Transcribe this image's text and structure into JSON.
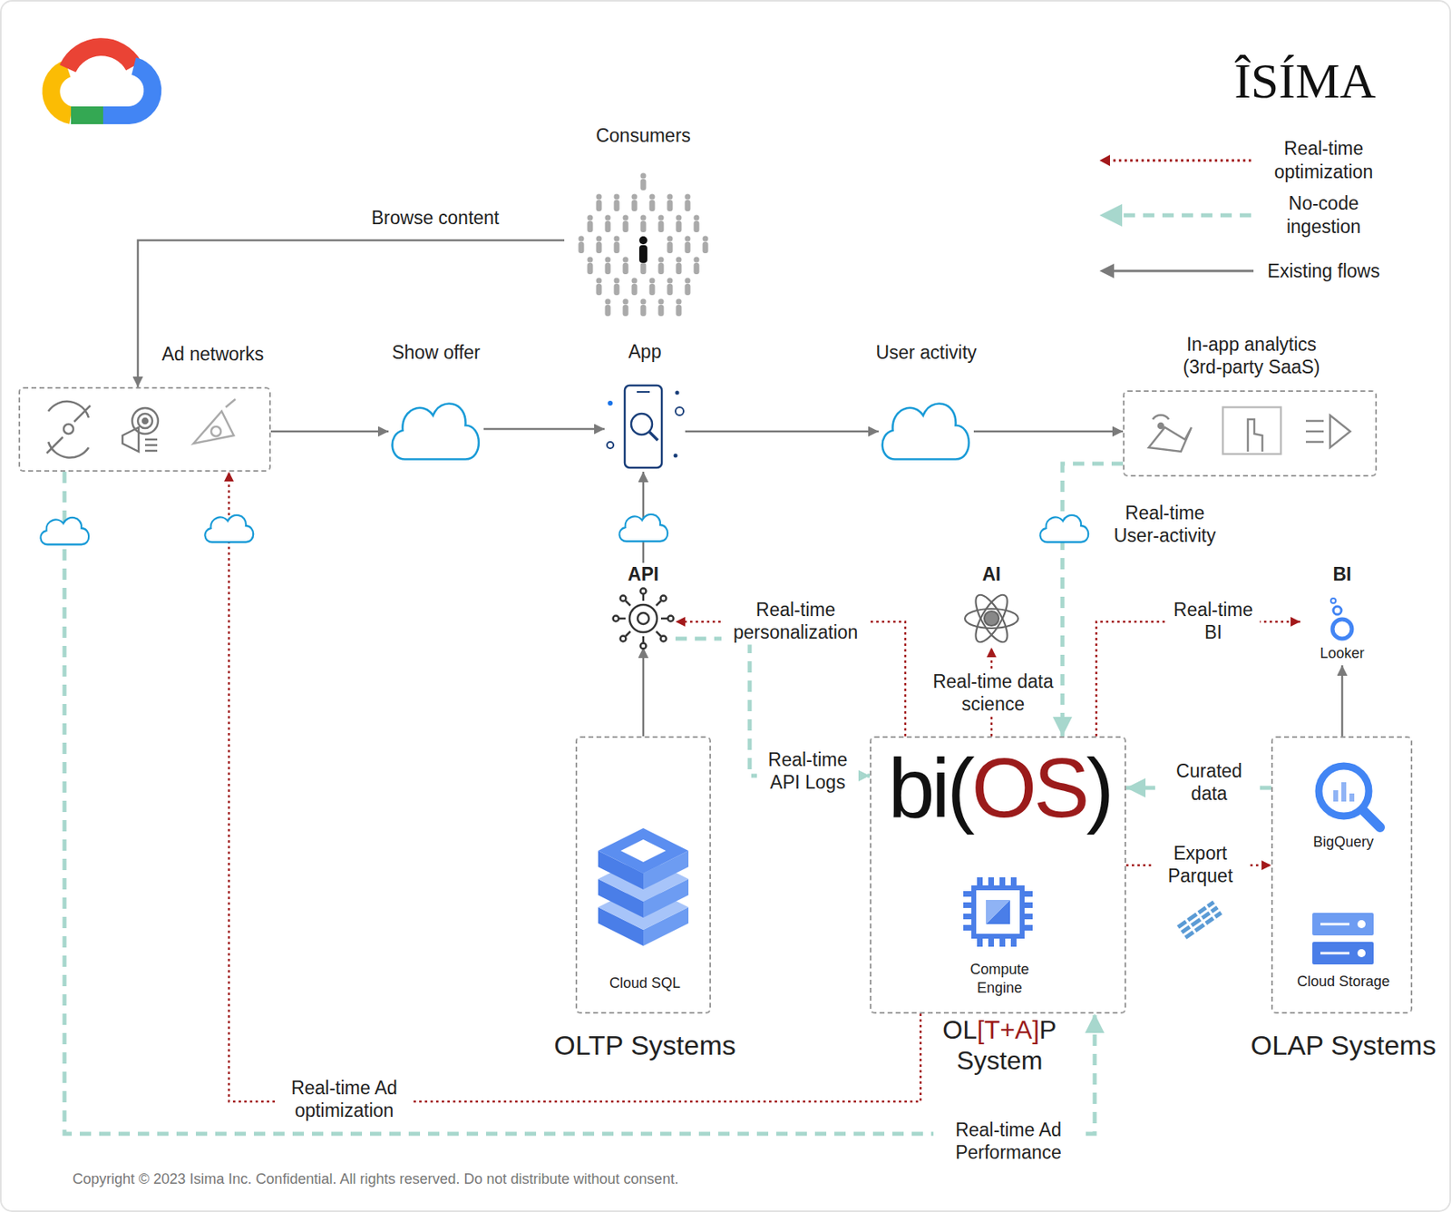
{
  "diagram": {
    "nodes": [
      {
        "text": [
          "Consumers"
        ]
      },
      {
        "text": [
          "Ad networks"
        ]
      },
      {
        "text": [
          "Show offer"
        ]
      },
      {
        "text": [
          "App"
        ]
      },
      {
        "text": [
          "User activity"
        ]
      },
      {
        "text": [
          "In-app analytics (3rd-party SaaS)"
        ]
      },
      {
        "text": [
          "API"
        ]
      },
      {
        "text": [
          "AI"
        ]
      },
      {
        "text": [
          "BI",
          "Looker"
        ]
      },
      {
        "text": [
          "OLTP Systems"
        ]
      },
      {
        "text": [
          "Cloud SQL"
        ],
        "in": 9
      },
      {
        "text": [
          "bi(OS)",
          "OL[T+A]P System"
        ]
      },
      {
        "text": [
          "Compute Engine"
        ],
        "in": 11
      },
      {
        "text": [
          "OLAP Systems"
        ]
      },
      {
        "text": [
          "BigQuery"
        ],
        "in": 13
      },
      {
        "text": [
          "Cloud Storage"
        ],
        "in": 13
      }
    ],
    "edges": [
      {
        "from": 0,
        "to": 1,
        "label": "Browse content",
        "arrow": "to"
      },
      {
        "from": 1,
        "to": 2,
        "arrow": "to"
      },
      {
        "from": 2,
        "to": 3,
        "arrow": "to"
      },
      {
        "from": 3,
        "to": 4,
        "arrow": "to"
      },
      {
        "from": 4,
        "to": 5,
        "arrow": "to"
      },
      {
        "from": 5,
        "to": 11,
        "label": "Real-time User-activity",
        "arrow": "to"
      },
      {
        "from": 6,
        "to": 3,
        "arrow": "to"
      },
      {
        "from": 9,
        "to": 6,
        "arrow": "to"
      },
      {
        "from": 6,
        "to": 11,
        "label": "Real-time API Logs",
        "arrow": "to"
      },
      {
        "from": 11,
        "to": 6,
        "label": "Real-time personalization",
        "arrow": "to"
      },
      {
        "from": 11,
        "to": 7,
        "label": "Real-time data science",
        "arrow": "to"
      },
      {
        "from": 11,
        "to": 8,
        "label": "Real-time BI",
        "arrow": "to"
      },
      {
        "from": 13,
        "to": 8,
        "arrow": "to"
      },
      {
        "from": 13,
        "to": 11,
        "label": "Curated data",
        "arrow": "to"
      },
      {
        "from": 11,
        "to": 13,
        "label": "Export Parquet",
        "arrow": "to"
      },
      {
        "from": 11,
        "to": 1,
        "label": "Real-time Ad optimization",
        "arrow": "to"
      },
      {
        "from": 1,
        "to": 11,
        "label": "Real-time Ad Performance",
        "arrow": "to"
      }
    ],
    "labels": [
      "ÎSÍMA",
      "Copyright © 2023 Isima Inc. Confidential. All rights reserved. Do not distribute without consent."
    ],
    "legend": [
      {
        "text": "Real-time optimization"
      },
      {
        "text": "No-code ingestion"
      },
      {
        "text": "Existing flows"
      }
    ]
  }
}
